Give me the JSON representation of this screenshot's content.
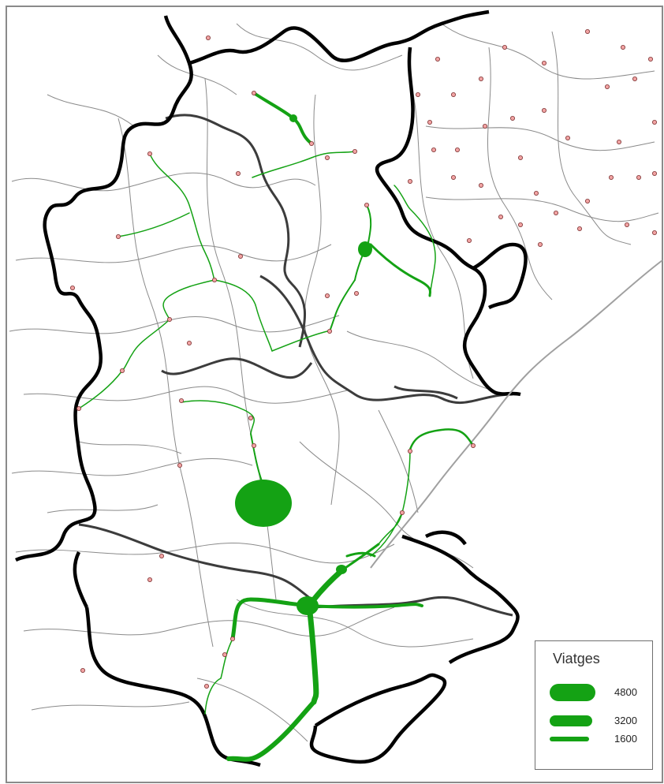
{
  "colors": {
    "flow": "#14a214",
    "boundary_major": "#000000",
    "boundary_minor": "#3c3c3c",
    "roads": "#8a8a8a",
    "town_marker": "#f2a3a3",
    "frame": "#8a8a8a"
  },
  "legend": {
    "title": "Viatges",
    "items": [
      {
        "label": "4800",
        "value": 4800
      },
      {
        "label": "3200",
        "value": 3200
      },
      {
        "label": "1600",
        "value": 1600
      }
    ]
  }
}
